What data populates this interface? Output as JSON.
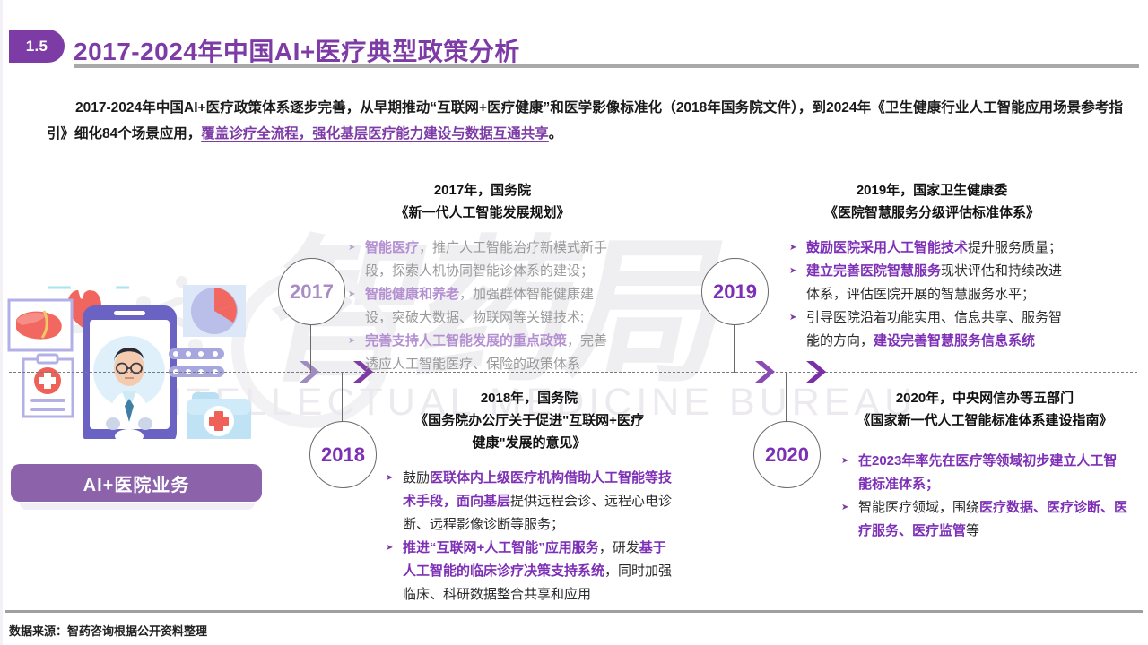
{
  "header": {
    "badge": "1.5",
    "title": "2017-2024年中国AI+医疗典型政策分析"
  },
  "intro": {
    "part1": "2017-2024年中国AI+医疗政策体系逐步完善，从早期推动“互联网+医疗健康”和医学影像标准化（2018年国务院文件），到2024年《卫生健康行业人工智能应用场景参考指引》细化84个场景应用，",
    "highlight": "覆盖诊疗全流程，强化基层医疗能力建设与数据互通共享",
    "part2": "。"
  },
  "illustration": {
    "label": "AI+医院业务",
    "icons": [
      "heart-ecg-icon",
      "liver-icon",
      "clipboard-cross-icon",
      "smartphone-doctor-icon",
      "pie-chart-icon",
      "medical-bag-icon",
      "data-bar-icon"
    ]
  },
  "timeline": {
    "years": [
      "2017",
      "2018",
      "2019",
      "2020"
    ],
    "blocks": [
      {
        "year": "2017",
        "head_line1": "2017年，国务院",
        "head_line2": "《新一代人工智能发展规划》",
        "items": [
          [
            {
              "t": "智能医疗",
              "em": true
            },
            {
              "t": "，推广人工智能治疗新模式新手段，探索人机协同智能诊体系的建设；",
              "em": false
            }
          ],
          [
            {
              "t": "智能健康和养老",
              "em": true
            },
            {
              "t": "，加强群体智能健康建设，突破大数据、物联网等关键技术;",
              "em": false
            }
          ],
          [
            {
              "t": "完善支持人工智能发展的重点政策",
              "em": true
            },
            {
              "t": "，完善透应人工智能医疗、保险的政策体系",
              "em": false
            }
          ]
        ]
      },
      {
        "year": "2018",
        "head_line1": "2018年，国务院",
        "head_line2": "《国务院办公厅关于促进\"互联网+医疗",
        "head_line3": "健康\"发展的意见》",
        "items": [
          [
            {
              "t": "鼓励",
              "em": false
            },
            {
              "t": "医联体内上级医疗机构借助人工智能等技术手段，面向基层",
              "em": true
            },
            {
              "t": "提供远程会诊、远程心电诊断、远程影像诊断等服务；",
              "em": false
            }
          ],
          [
            {
              "t": "推进“互联网+人工智能”应用服务",
              "em": true
            },
            {
              "t": "，研发",
              "em": false
            },
            {
              "t": "基于人工智能的临床诊疗决策支持系统",
              "em": true
            },
            {
              "t": "，同时加强临床、科研数据整合共享和应用",
              "em": false
            }
          ]
        ]
      },
      {
        "year": "2019",
        "head_line1": "2019年，国家卫生健康委",
        "head_line2": "《医院智慧服务分级评估标准体系》",
        "items": [
          [
            {
              "t": "鼓励医院采用人工智能技术",
              "em": true
            },
            {
              "t": "提升服务质量；",
              "em": false
            }
          ],
          [
            {
              "t": "建立完善医院智慧服务",
              "em": true
            },
            {
              "t": "现状评估和持续改进体系，评估医院开展的智慧服务水平；",
              "em": false
            }
          ],
          [
            {
              "t": "引导医院沿着功能实用、信息共享、服务智能的方向，",
              "em": false
            },
            {
              "t": "建设完善智慧服务信息系统",
              "em": true
            }
          ]
        ]
      },
      {
        "year": "2020",
        "head_line1": "2020年，中央网信办等五部门",
        "head_line2": "《国家新一代人工智能标准体系建设指南》",
        "items": [
          [
            {
              "t": "在2023年率先在医疗等领域初步建立人工智能标准体系；",
              "em": true
            }
          ],
          [
            {
              "t": "智能医疗领域，围绕",
              "em": false
            },
            {
              "t": "医疗数据、医疗诊断、医疗服务、医疗监管",
              "em": true
            },
            {
              "t": "等",
              "em": false
            }
          ]
        ]
      }
    ]
  },
  "watermark": {
    "text": "INTELLECTUAL MEDICINE BUREAU",
    "logo": "智药局"
  },
  "footer": {
    "source": "数据来源：智药咨询根据公开资料整理"
  },
  "colors": {
    "brand_purple": "#7d3ba6",
    "deep_purple": "#7d2fb5",
    "faded_purple": "#b48fd2",
    "pill_purple": "#8c63ab",
    "rule_gray": "#a9a9a9"
  }
}
